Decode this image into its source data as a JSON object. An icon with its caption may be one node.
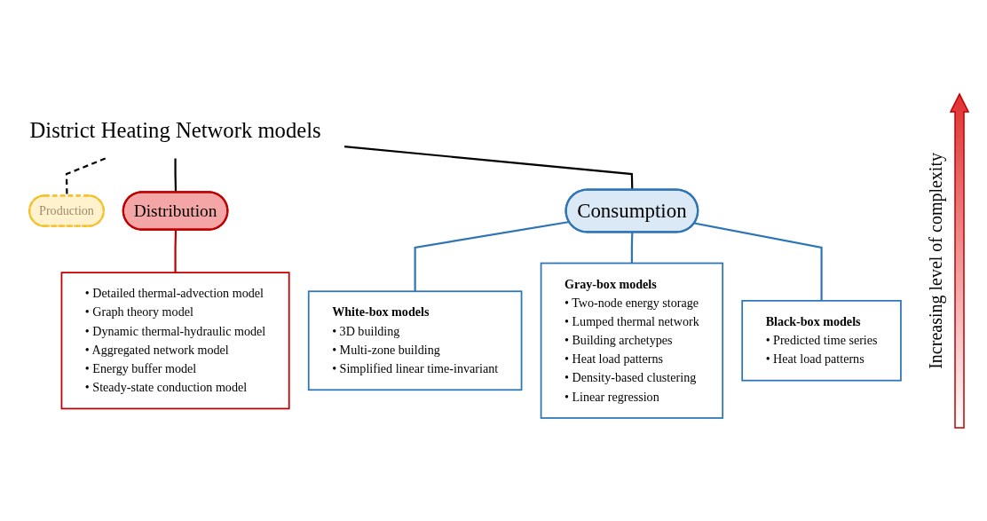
{
  "diagram": {
    "nodes": [
      {
        "text": [
          "District Heating Network models"
        ]
      },
      {
        "text": [
          "Production"
        ]
      },
      {
        "text": [
          "Distribution"
        ]
      },
      {
        "text": [
          "Consumption"
        ]
      },
      {
        "text": [
          "• Detailed thermal-advection model",
          "• Graph theory model",
          "• Dynamic thermal-hydraulic model",
          "• Aggregated network model",
          "• Energy buffer model",
          "• Steady-state conduction model"
        ]
      },
      {
        "text": [
          "White-box models",
          "• 3D building",
          "• Multi-zone building",
          "• Simplified linear time-invariant"
        ]
      },
      {
        "text": [
          "Gray-box models",
          "• Two-node energy storage",
          "• Lumped thermal network",
          "• Building archetypes",
          "• Heat load patterns",
          "• Density-based clustering",
          "• Linear regression"
        ]
      },
      {
        "text": [
          "Black-box models",
          "• Predicted time series",
          "• Heat load patterns"
        ]
      }
    ],
    "edges": [
      {
        "from": 0,
        "to": 1,
        "arrow": "none",
        "style": "dashed"
      },
      {
        "from": 0,
        "to": 2,
        "arrow": "none"
      },
      {
        "from": 0,
        "to": 3,
        "arrow": "none"
      },
      {
        "from": 2,
        "to": 4,
        "arrow": "none",
        "color": "#c00000"
      },
      {
        "from": 3,
        "to": 5,
        "arrow": "none",
        "color": "#2e75b6"
      },
      {
        "from": 3,
        "to": 6,
        "arrow": "none",
        "color": "#2e75b6"
      },
      {
        "from": 3,
        "to": 7,
        "arrow": "none",
        "color": "#2e75b6"
      }
    ],
    "labels": [
      "Increasing level of complexity"
    ]
  }
}
